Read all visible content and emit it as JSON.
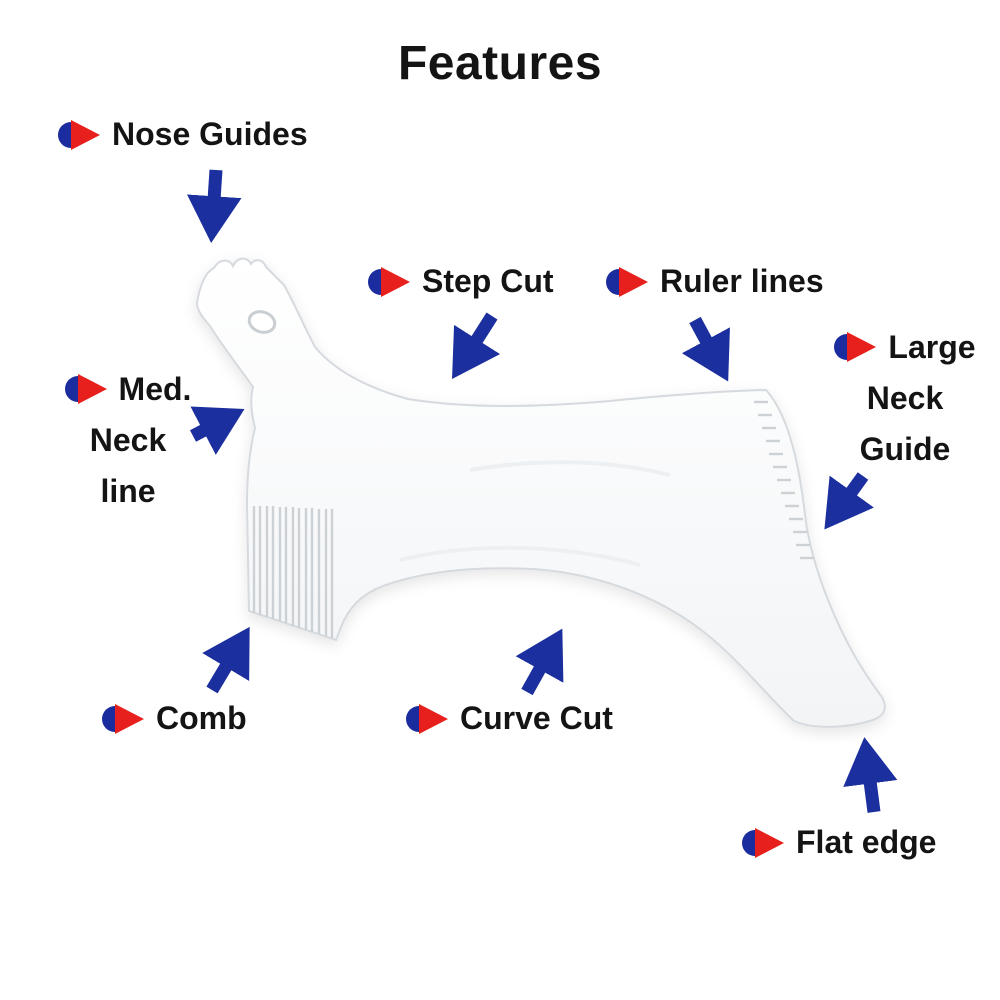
{
  "title": "Features",
  "labels": {
    "nose_guides": {
      "text": "Nose Guides"
    },
    "step_cut": {
      "text": "Step Cut"
    },
    "ruler_lines": {
      "text": "Ruler lines"
    },
    "large_neck_guide": {
      "line1": "Large",
      "line2": "Neck",
      "line3": "Guide"
    },
    "med_neck_line": {
      "line1": "Med.",
      "line2": "Neck",
      "line3": "line"
    },
    "comb": {
      "text": "Comb"
    },
    "curve_cut": {
      "text": "Curve Cut"
    },
    "flat_edge": {
      "text": "Flat edge"
    }
  },
  "colors": {
    "arrow_blue": "#1c2f9e",
    "bullet_blue": "#1b2d9e",
    "bullet_red": "#e8201d",
    "text": "#141414"
  }
}
